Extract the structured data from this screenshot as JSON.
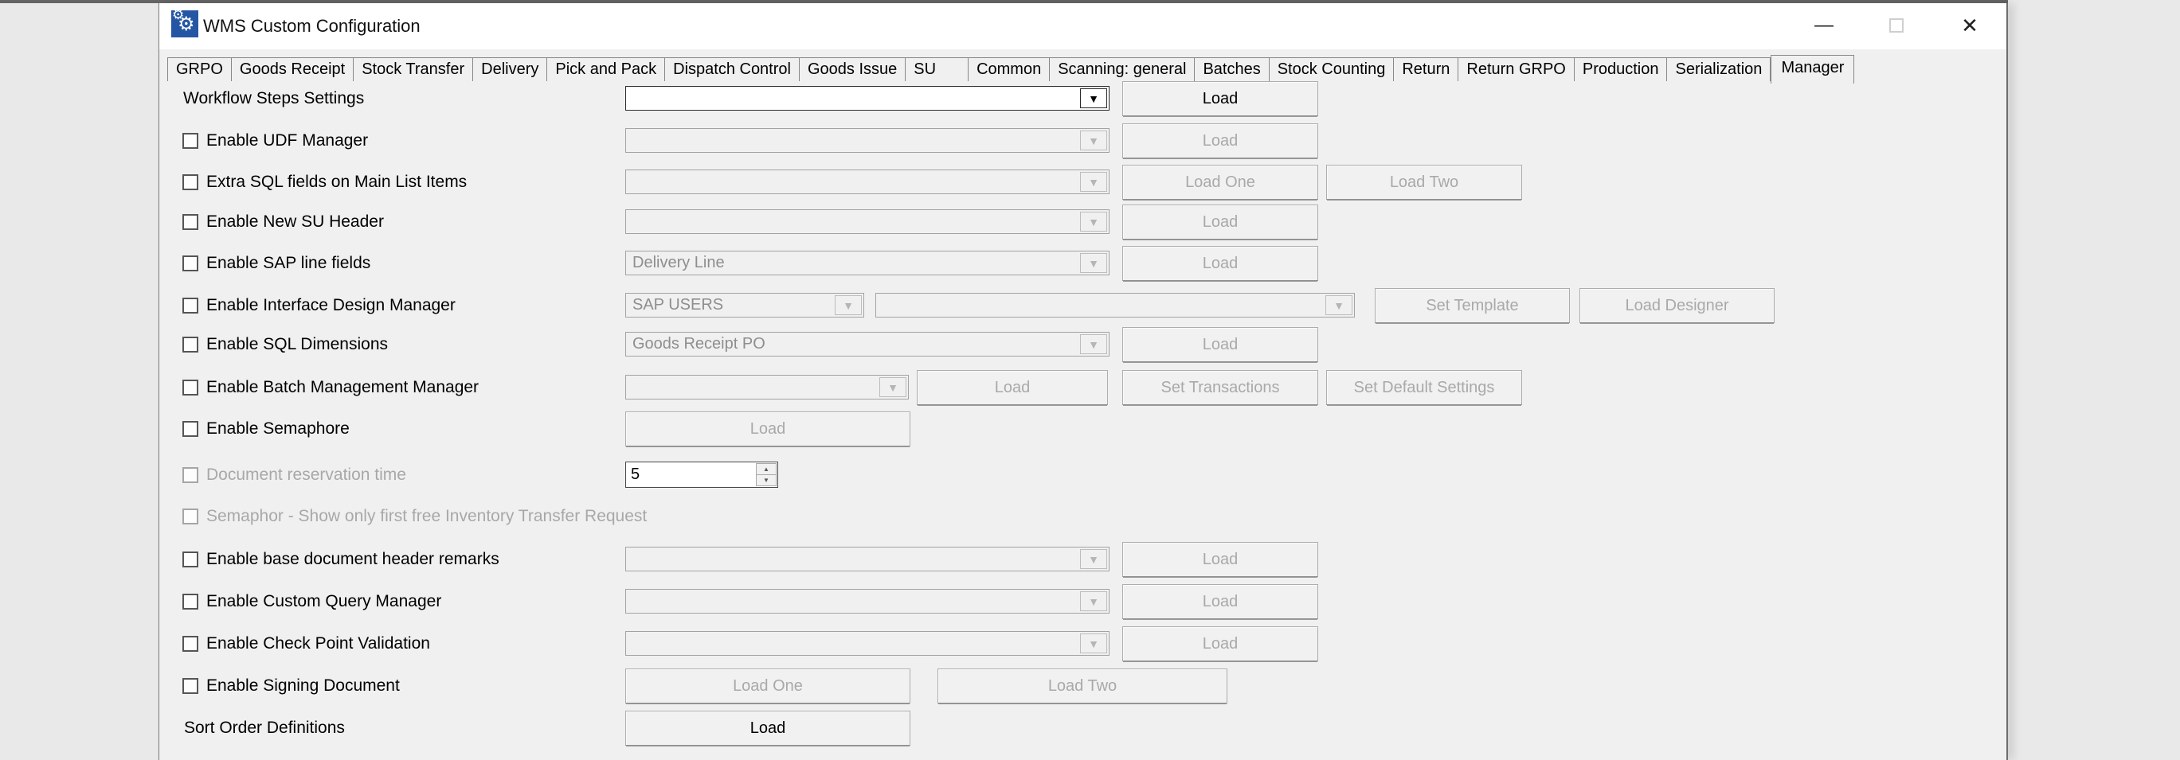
{
  "window": {
    "title": "WMS Custom Configuration",
    "icon": "gears-icon",
    "controls": {
      "minimize": "—",
      "close": "✕"
    },
    "accent_blue": "#2456a4",
    "bg": "#f0f0f0"
  },
  "tabs": {
    "selected": "Manager",
    "items": [
      "GRPO",
      "Goods Receipt",
      "Stock Transfer",
      "Delivery",
      "Pick and Pack",
      "Dispatch Control",
      "Goods Issue",
      "SU",
      "Common",
      "Scanning: general",
      "Batches",
      "Stock Counting",
      "Return",
      "Return GRPO",
      "Production",
      "Serialization",
      "Manager"
    ]
  },
  "dropdown_arrow": "▼",
  "spin_up": "▲",
  "spin_down": "▼",
  "rows": [
    {
      "label": "Workflow Steps Settings",
      "combo_value": "",
      "buttons": [
        "Load"
      ]
    },
    {
      "label": "Enable UDF Manager",
      "combo_value": "",
      "buttons": [
        "Load"
      ]
    },
    {
      "label": "Extra SQL fields on Main List Items",
      "combo_value": "",
      "buttons": [
        "Load One",
        "Load Two"
      ]
    },
    {
      "label": "Enable New SU Header",
      "combo_value": "",
      "buttons": [
        "Load"
      ]
    },
    {
      "label": "Enable SAP line fields",
      "combo_value": "Delivery Line",
      "buttons": [
        "Load"
      ]
    },
    {
      "label": "Enable Interface Design Manager",
      "combo_value": "SAP USERS",
      "combo2_value": "",
      "buttons": [
        "Set Template",
        "Load Designer"
      ]
    },
    {
      "label": "Enable SQL Dimensions",
      "combo_value": "Goods Receipt PO",
      "buttons": [
        "Load"
      ]
    },
    {
      "label": "Enable Batch Management Manager",
      "combo_value": "",
      "buttons": [
        "Load",
        "Set Transactions",
        "Set Default Settings"
      ]
    },
    {
      "label": "Enable Semaphore",
      "buttons": [
        "Load"
      ]
    },
    {
      "label": "Document reservation time",
      "spin_value": "5"
    },
    {
      "label": "Semaphor - Show only first free Inventory Transfer Request"
    },
    {
      "label": "Enable base document header remarks",
      "combo_value": "",
      "buttons": [
        "Load"
      ]
    },
    {
      "label": "Enable Custom Query Manager",
      "combo_value": "",
      "buttons": [
        "Load"
      ]
    },
    {
      "label": "Enable Check Point Validation",
      "combo_value": "",
      "buttons": [
        "Load"
      ]
    },
    {
      "label": "Enable Signing Document",
      "buttons": [
        "Load One",
        "Load Two"
      ]
    },
    {
      "label": "Sort Order Definitions",
      "buttons": [
        "Load"
      ]
    }
  ]
}
